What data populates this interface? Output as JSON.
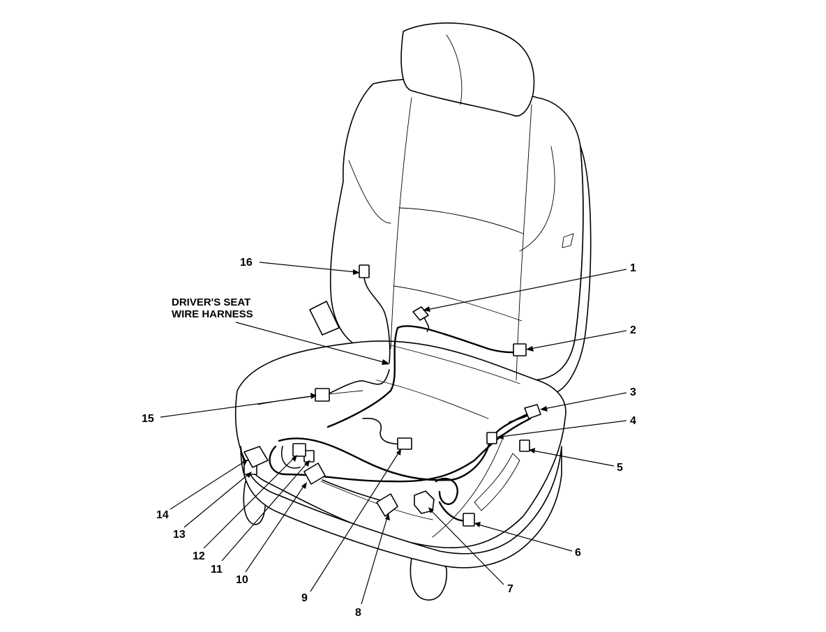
{
  "figure": {
    "title_lines": [
      "DRIVER'S SEAT",
      "WIRE HARNESS"
    ],
    "callouts": [
      "1",
      "2",
      "3",
      "4",
      "5",
      "6",
      "7",
      "8",
      "9",
      "10",
      "11",
      "12",
      "13",
      "14",
      "15",
      "16"
    ]
  }
}
